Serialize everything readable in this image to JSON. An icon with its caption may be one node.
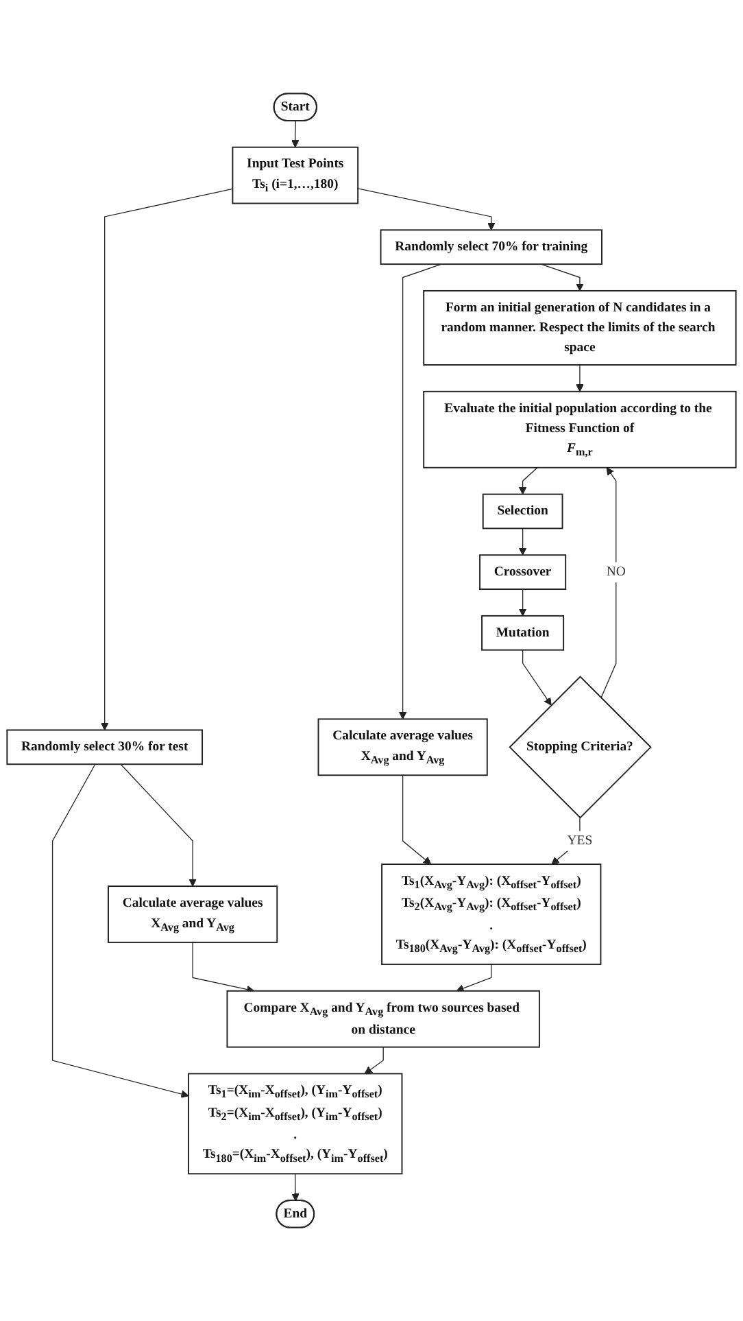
{
  "diagram": {
    "nodes": [
      {
        "text": [
          "Start"
        ]
      },
      {
        "text": [
          "Input Test Points",
          "Ts$_{i}$ (i=1,…,180)"
        ]
      },
      {
        "text": [
          "Randomly select 30% for test"
        ]
      },
      {
        "text": [
          "Randomly select 70% for training"
        ]
      },
      {
        "text": [
          "Calculate average values",
          "X$_{Avg}$ and Y$_{Avg}$"
        ]
      },
      {
        "text": [
          "Calculate average values",
          "X$_{Avg}$ and Y$_{Avg}$"
        ]
      },
      {
        "text": [
          "Compare X$_{Avg}$ and Y$_{Avg}$ from two sources based on distance"
        ]
      },
      {
        "text": [
          "Ts$_{1}$(X$_{Avg}$-Y$_{Avg}$): (X$_{offset}$-Y$_{offset}$)",
          "Ts$_{2}$(X$_{Avg}$-Y$_{Avg}$): (X$_{offset}$-Y$_{offset}$)",
          ".",
          "Ts$_{180}$(X$_{Avg}$-Y$_{Avg}$): (X$_{offset}$-Y$_{offset}$)"
        ]
      },
      {
        "text": [
          "Ts$_{1}$=(X$_{im}$-X$_{offset}$), (Y$_{im}$-Y$_{offset}$)",
          "Ts$_{2}$=(X$_{im}$-X$_{offset}$), (Y$_{im}$-Y$_{offset}$)",
          ".",
          "Ts$_{180}$=(X$_{im}$-X$_{offset}$), (Y$_{im}$-Y$_{offset}$)"
        ]
      },
      {
        "text": [
          "End"
        ]
      },
      {
        "text": [
          "Form an initial generation of N candidates in a random manner. Respect the limits of the search space"
        ]
      },
      {
        "text": [
          "Evaluate the initial population according to the Fitness Function of",
          "*F*$_{m,r}$"
        ]
      },
      {
        "text": [
          "Selection"
        ]
      },
      {
        "text": [
          "Crossover"
        ]
      },
      {
        "text": [
          "Mutation"
        ]
      },
      {
        "text": [
          "Stopping Criteria?"
        ]
      }
    ],
    "edges": [
      {
        "from": 0,
        "to": 1,
        "arrow": "to"
      },
      {
        "from": 1,
        "to": 2,
        "arrow": "to"
      },
      {
        "from": 1,
        "to": 3,
        "arrow": "to"
      },
      {
        "from": 2,
        "to": 4,
        "arrow": "to"
      },
      {
        "from": 3,
        "to": 5,
        "arrow": "to"
      },
      {
        "from": 2,
        "to": 8,
        "arrow": "to"
      },
      {
        "from": 4,
        "to": 6,
        "arrow": "to"
      },
      {
        "from": 5,
        "to": 7,
        "arrow": "to"
      },
      {
        "from": 7,
        "to": 6,
        "arrow": "to"
      },
      {
        "from": 6,
        "to": 8,
        "arrow": "to"
      },
      {
        "from": 8,
        "to": 9,
        "arrow": "to"
      },
      {
        "from": 3,
        "to": 10,
        "arrow": "to"
      },
      {
        "from": 10,
        "to": 11,
        "arrow": "to"
      },
      {
        "from": 11,
        "to": 12,
        "arrow": "to"
      },
      {
        "from": 12,
        "to": 13,
        "arrow": "to"
      },
      {
        "from": 13,
        "to": 14,
        "arrow": "to"
      },
      {
        "from": 14,
        "to": 15,
        "arrow": "to"
      },
      {
        "from": 15,
        "to": 7,
        "arrow": "to",
        "label": "YES"
      },
      {
        "from": 15,
        "to": 11,
        "arrow": "to",
        "label": "NO"
      }
    ]
  }
}
